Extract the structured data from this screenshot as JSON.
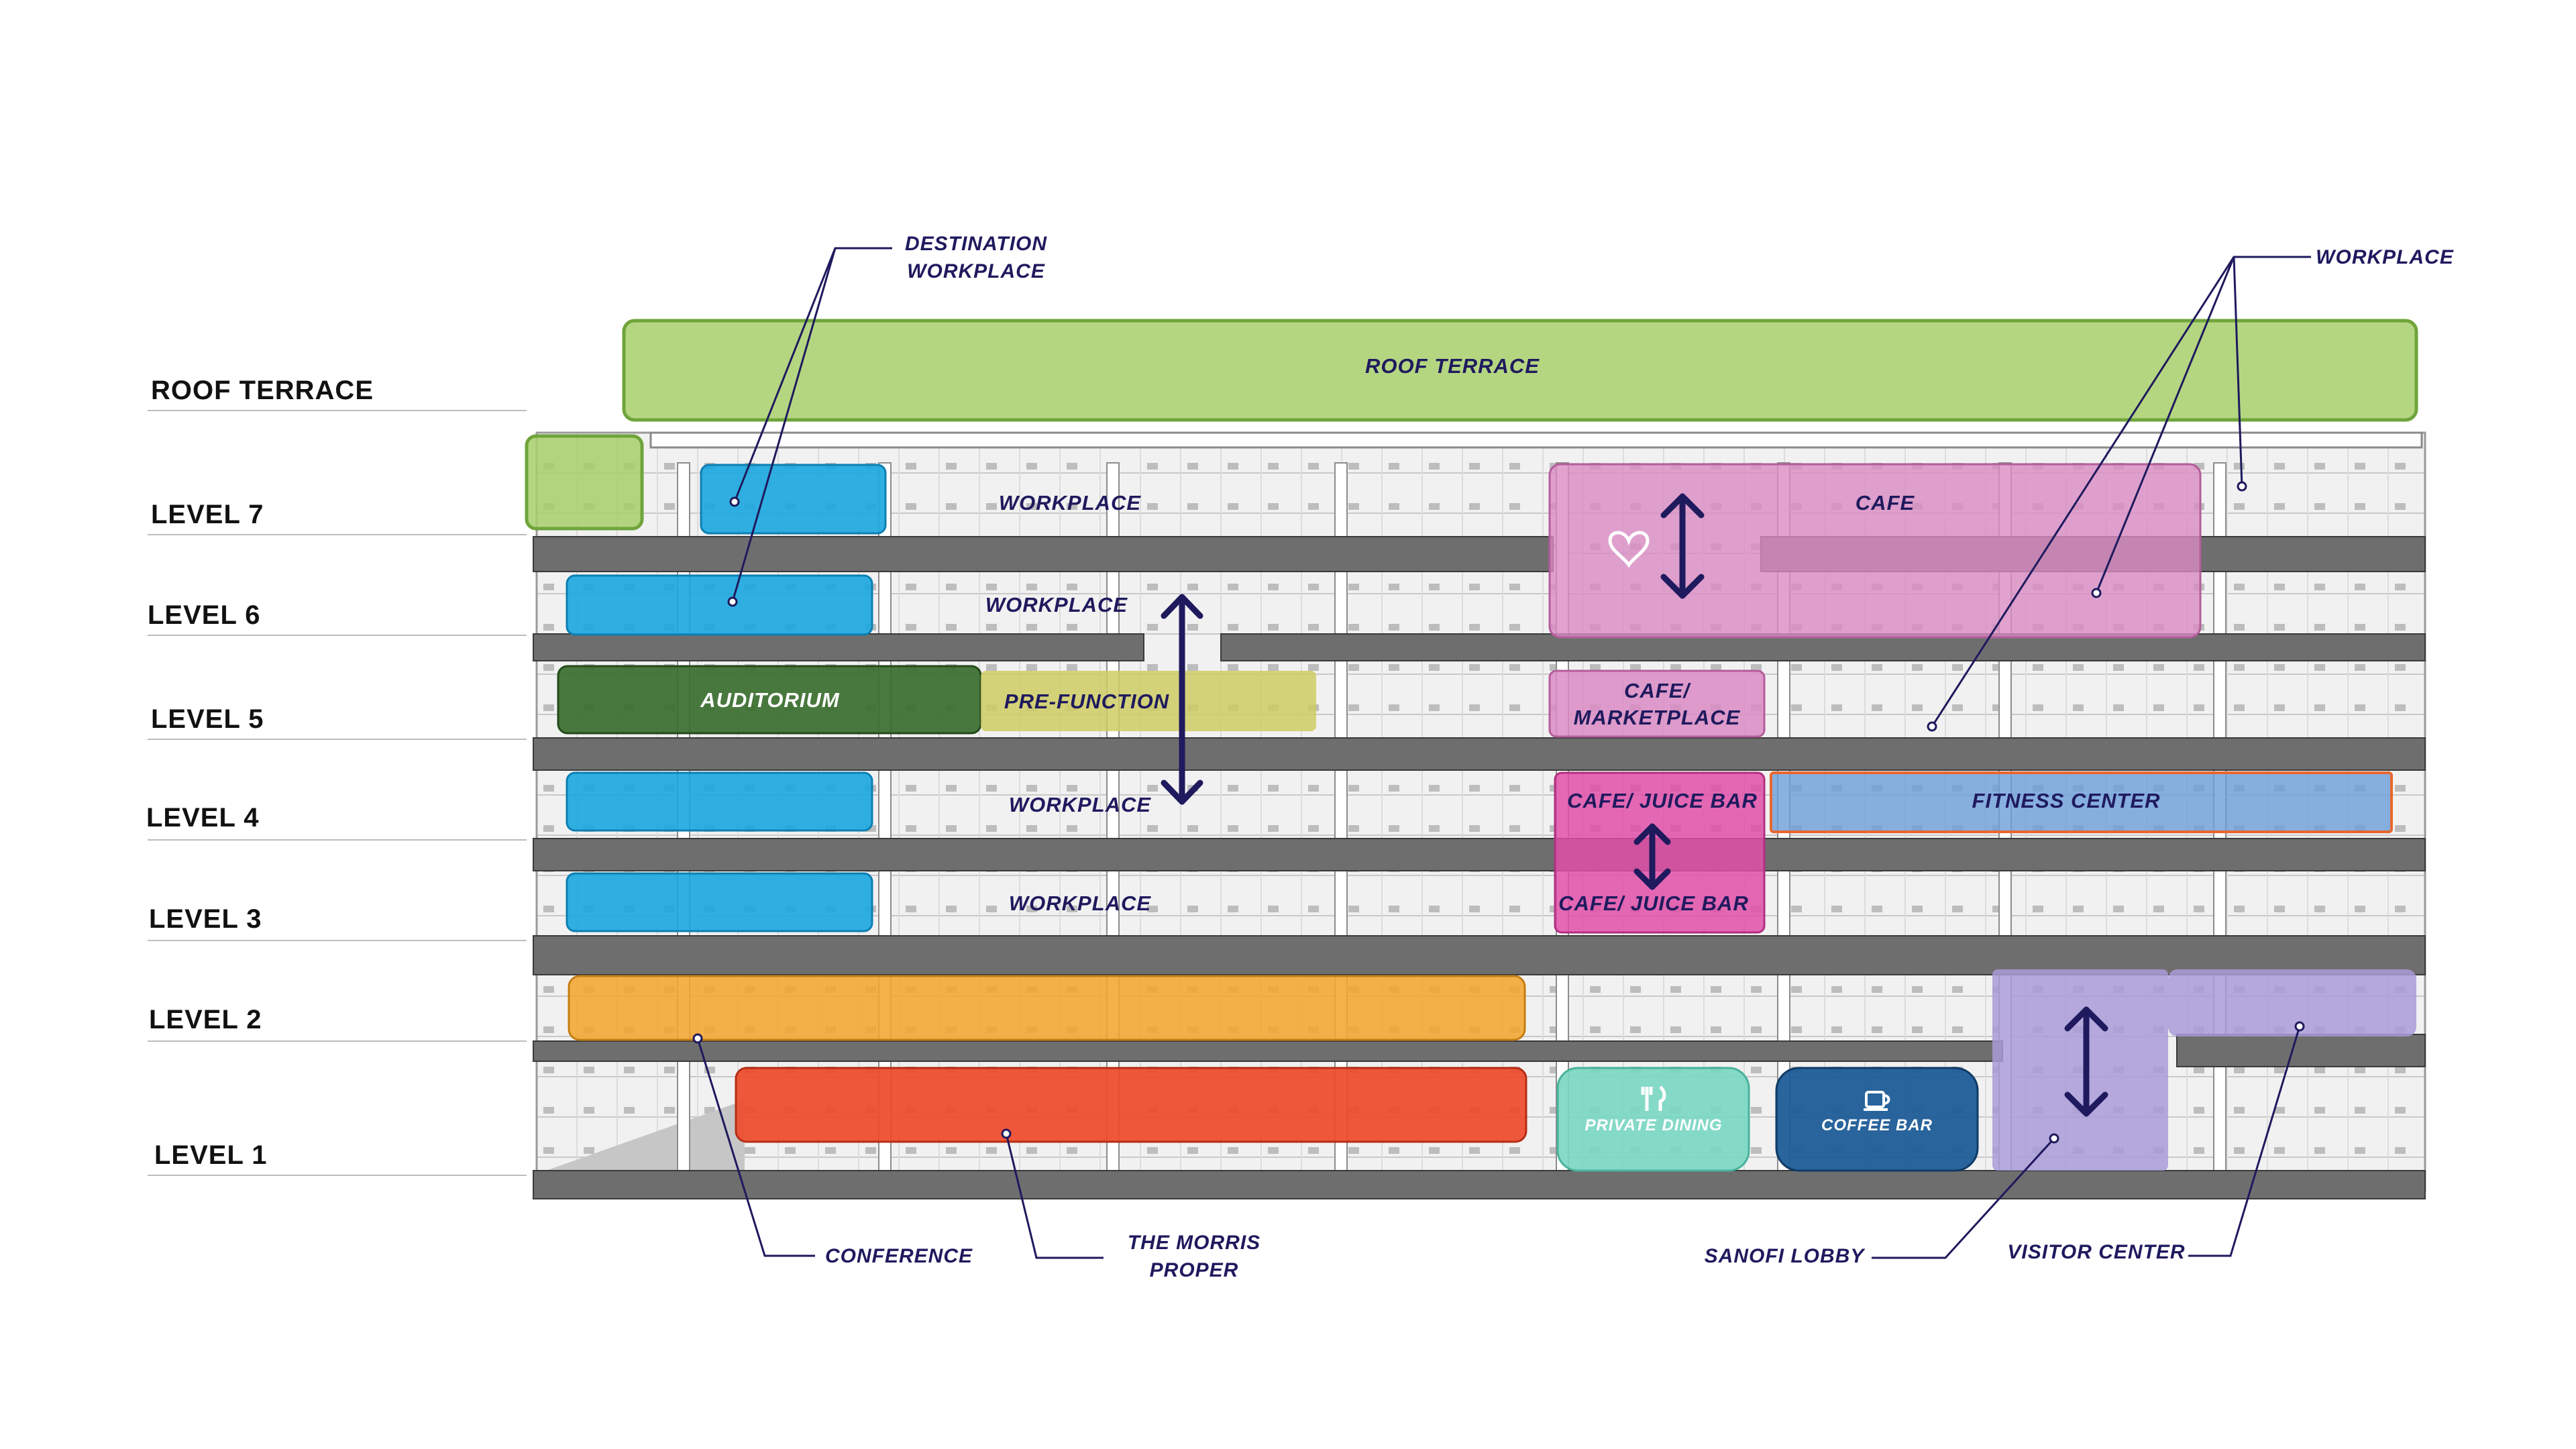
{
  "levels": {
    "roof_terrace": "ROOF TERRACE",
    "level7": "LEVEL 7",
    "level6": "LEVEL 6",
    "level5": "LEVEL 5",
    "level4": "LEVEL 4",
    "level3": "LEVEL 3",
    "level2": "LEVEL 2",
    "level1": "LEVEL 1"
  },
  "zones": {
    "roof_terrace": "ROOF TERRACE",
    "workplace_l7": "WORKPLACE",
    "cafe_l7": "CAFE",
    "workplace_l6": "WORKPLACE",
    "auditorium": "AUDITORIUM",
    "pre_function": "PRE-FUNCTION",
    "cafe_marketplace_1": "CAFE/",
    "cafe_marketplace_2": "MARKETPLACE",
    "workplace_l4": "WORKPLACE",
    "cafe_juice_bar_l4": "CAFE/ JUICE BAR",
    "fitness_center": "FITNESS CENTER",
    "workplace_l3": "WORKPLACE",
    "cafe_juice_bar_l3": "CAFE/ JUICE BAR",
    "private_dining": "PRIVATE DINING",
    "coffee_bar": "COFFEE BAR"
  },
  "callouts": {
    "destination_workplace_1": "DESTINATION",
    "destination_workplace_2": "WORKPLACE",
    "workplace": "WORKPLACE",
    "conference": "CONFERENCE",
    "morris_proper_1": "THE MORRIS",
    "morris_proper_2": "PROPER",
    "sanofi_lobby": "SANOFI LOBBY",
    "visitor_center": "VISITOR CENTER"
  },
  "icons": {
    "heart": "heart-icon",
    "fork_knife": "fork-knife-icon",
    "coffee_cup": "coffee-cup-icon",
    "vertical_arrows": "double-arrow-icon"
  },
  "colors": {
    "roof_green": "#a7cf6b",
    "workplace_blue": "#1aa6df",
    "auditorium_green": "#3a6e2e",
    "prefunction_yellow": "#cfcc63",
    "cafe_pink": "#d98bc3",
    "juice_bar_magenta": "#e04fa8",
    "fitness_blue": "#6b9fd9",
    "conference_orange": "#f2a530",
    "morris_red": "#ef4a2a",
    "private_dining_teal": "#79d6c2",
    "coffee_bar_navy": "#1d5c97",
    "visitor_lavender": "#a99bd8",
    "slab_gray": "#6e6e6e",
    "label_navy": "#1f1a5e"
  }
}
